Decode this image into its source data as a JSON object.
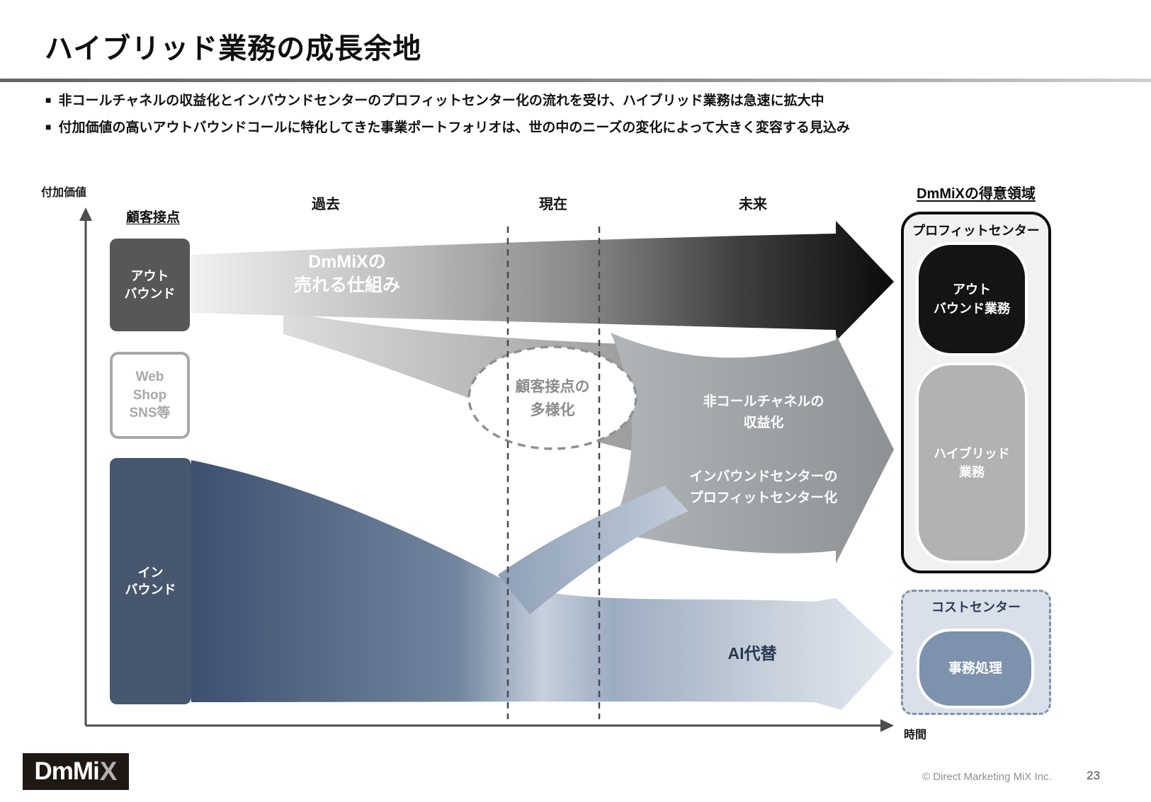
{
  "title": "ハイブリッド業務の成長余地",
  "bullets": [
    {
      "marker": "■",
      "text": "非コールチャネルの収益化とインバウンドセンターのプロフィットセンター化の流れを受け、ハイブリッド業務は急速に拡大中"
    },
    {
      "marker": "■",
      "text": "付加価値の高いアウトバウンドコールに特化してきた事業ポートフォリオは、世の中のニーズの変化によって大きく変容する見込み"
    }
  ],
  "axes": {
    "y_label": "付加価値",
    "x_label": "時間"
  },
  "columns": {
    "touchpoint": "顧客接点",
    "past": "過去",
    "present": "現在",
    "future": "未来"
  },
  "sources": {
    "outbound": {
      "line1": "アウト",
      "line2": "バウンド"
    },
    "web": {
      "line1": "Web",
      "line2": "Shop",
      "line3": "SNS等"
    },
    "inbound": {
      "line1": "イン",
      "line2": "バウンド"
    }
  },
  "flows": {
    "selling": {
      "line1": "DmMiXの",
      "line2": "売れる仕組み"
    },
    "diversification": {
      "line1": "顧客接点の",
      "line2": "多様化"
    },
    "non_call": {
      "line1": "非コールチャネルの",
      "line2": "収益化"
    },
    "inbound_profit": {
      "line1": "インバウンドセンターの",
      "line2": "プロフィットセンター化"
    },
    "ai": "AI代替"
  },
  "right_panel": {
    "heading": "DmMiXの得意領域",
    "profit": {
      "label": "プロフィットセンター",
      "outbound_line1": "アウト",
      "outbound_line2": "バウンド業務",
      "hybrid_line1": "ハイブリッド",
      "hybrid_line2": "業務"
    },
    "cost": {
      "label": "コストセンター",
      "clerical": "事務処理"
    }
  },
  "footer": {
    "logo_prefix": "DmMi",
    "logo_x": "X",
    "copyright": "© Direct Marketing MiX Inc.",
    "page": "23"
  },
  "colors": {
    "outbound_src_box": "#575757",
    "inbound_src_box": "#47576f",
    "flow_dark_end": "#0a0a0a",
    "flow_blue_dark": "#3d5070",
    "mid_arrow_gray": "#9a9da0",
    "profit_panel_bg": "#f1f1f1",
    "hybrid_box": "#b2b2b2",
    "cost_panel_bg": "#dae0ea",
    "cost_panel_border": "#7e93ad",
    "clerical_box": "#7d92ac",
    "ai_text_navy": "#263850"
  }
}
